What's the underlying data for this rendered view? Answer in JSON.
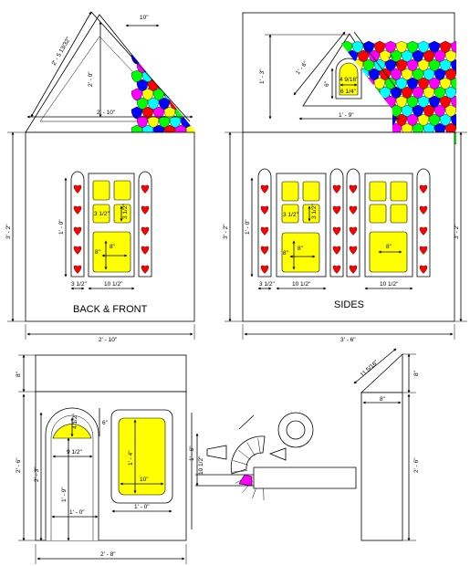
{
  "labels": {
    "back_front": "BACK & FRONT",
    "sides": "SIDES"
  },
  "dims": {
    "bf_roof_width": "10\"",
    "bf_roof_slope": "2' - 5 13/32\"",
    "bf_gable_height": "2' - 0\"",
    "bf_gable_base": "2' - 10\"",
    "bf_wall_height": "3' - 2\"",
    "bf_window_height": "1' - 0\"",
    "bf_pane_small_1": "3 1/2\"",
    "bf_pane_small_2": "3 1/2\"",
    "bf_pane_big": "8\"",
    "bf_pane_big_v": "8\"",
    "bf_pillar_w": "3 1/2\"",
    "bf_window_w": "10 1/2\"",
    "bf_total_w": "2' - 10\"",
    "s_roof_height": "1' - 3\"",
    "s_roof_slope": "1' - 6\"",
    "s_roof_slope_2": "1' - 6\"",
    "s_arch_h": "6\"",
    "s_arch_w1": "4 9/16\"",
    "s_arch_w2": "6 1/4\"",
    "s_base_w": "1' - 9\"",
    "s_wall_height": "3' - 2\"",
    "s_window_height": "1' - 0\"",
    "s_pane_small_1": "3 1/2\"",
    "s_pane_small_2": "3 1/2\"",
    "s_pane_big": "8\"",
    "s_pane_big_v": "8\"",
    "s_pane_big_2": "8\"",
    "s_pillar_w": "3 1/2\"",
    "s_window_w": "10 1/2\"",
    "s_window_w2": "10 1/2\"",
    "s_right_height": "3' - 2\"",
    "s_total_w": "3' - 6\"",
    "i_top_h": "8\"",
    "i_wall_h": "2' - 6\"",
    "i_inner_h": "2' - 3\"",
    "i_arch_h": "4 1/2\"",
    "i_arch_r": "6\"",
    "i_arch_w": "9 1/2\"",
    "i_door_h": "1' - 9\"",
    "i_door_w": "1' - 0\"",
    "i_win_h": "1' - 4\"",
    "i_win_w": "10\"",
    "i_win_base": "1' - 0\"",
    "i_total_w": "2' - 8\"",
    "st_h1": "1' - 6\"",
    "st_h2": "10 1/2\"",
    "c_slope": "11 5/16\"",
    "c_top_h": "8\"",
    "c_w": "8\"",
    "c_h": "2' - 6\""
  },
  "colors": {
    "yellow": "#ffff00",
    "red": "#ff0000",
    "magenta": "#ff00ff",
    "line": "#000000",
    "shingles": [
      "#ff00ff",
      "#ffff00",
      "#00ff00",
      "#00ffff",
      "#0000ff",
      "#ff0000"
    ]
  }
}
